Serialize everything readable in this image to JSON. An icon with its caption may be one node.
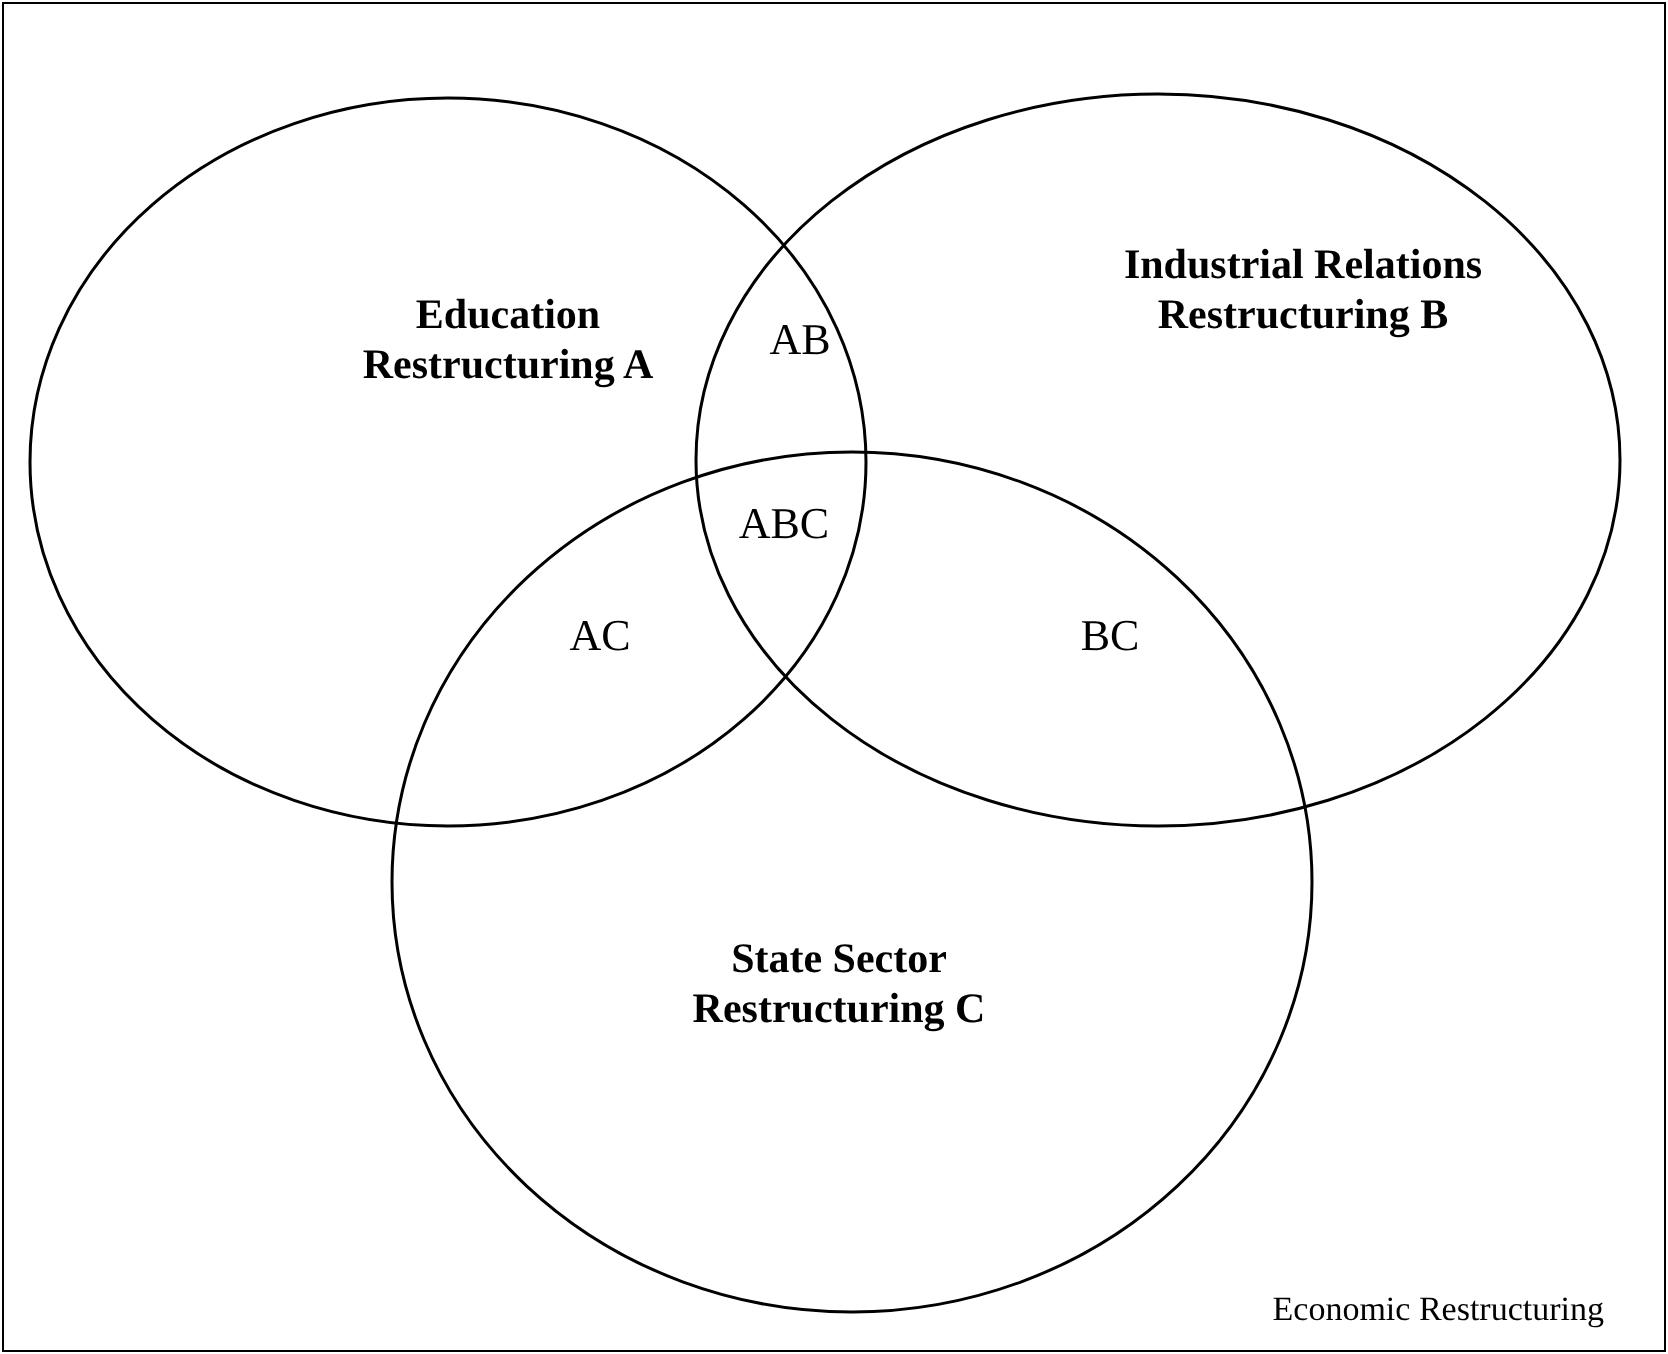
{
  "diagram": {
    "nodes": [
      {
        "text": [
          "Economic Restructuring"
        ]
      },
      {
        "text": [
          "Education Restructuring A"
        ],
        "in": 0
      },
      {
        "text": [
          "Industrial Relations Restructuring B"
        ],
        "in": 0
      },
      {
        "text": [
          "State Sector Restructuring C"
        ],
        "in": 0
      }
    ],
    "labels": [
      "AB",
      "ABC",
      "AC",
      "BC"
    ]
  }
}
